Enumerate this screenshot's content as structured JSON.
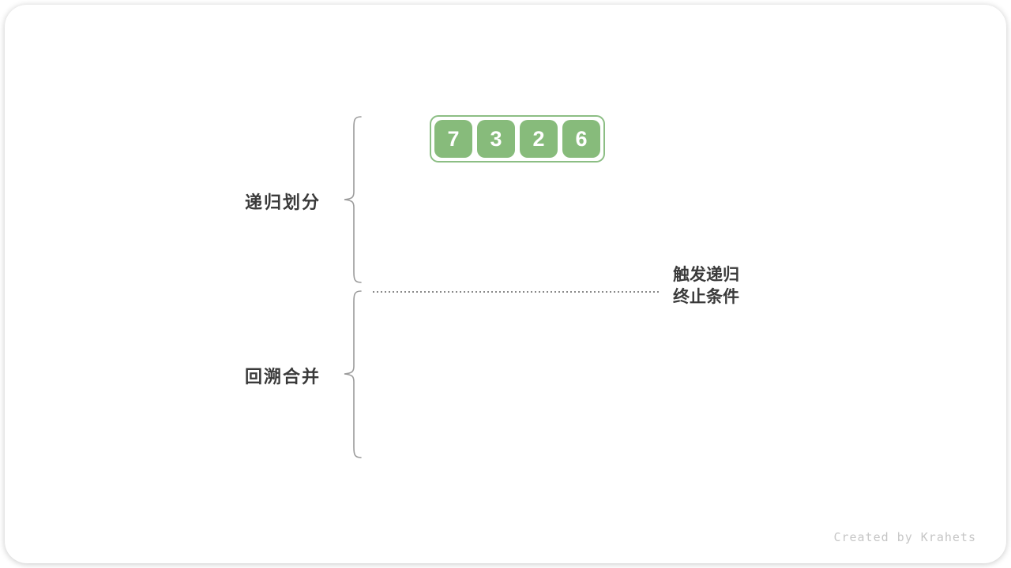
{
  "diagram": {
    "array": {
      "values": [
        "7",
        "3",
        "2",
        "6"
      ]
    },
    "labels": {
      "phase1": "递归划分",
      "phase2": "回溯合并",
      "annotation_line1": "触发递归",
      "annotation_line2": "终止条件"
    },
    "watermark": "Created by Krahets"
  },
  "colors": {
    "cell_green": "#87BB7B",
    "container_border_green": "#8CBE84",
    "brace_gray": "#9B9B9B",
    "dotted_line_gray": "#8A8A8A",
    "label_text": "#3A3A3A",
    "cell_text": "#FFFFFF",
    "watermark_gray": "#C6C6C6",
    "card_background": "#FFFFFF"
  }
}
